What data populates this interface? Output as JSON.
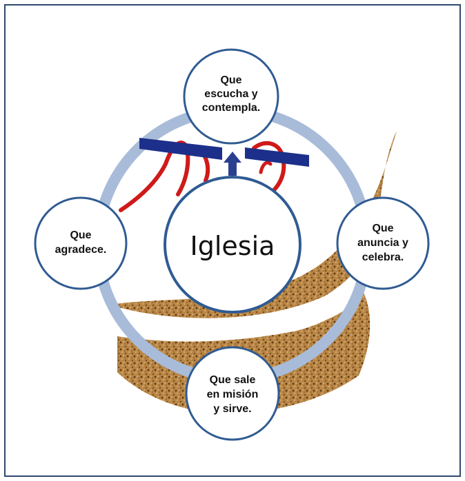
{
  "diagram": {
    "center_label": "Iglesia",
    "nodes": [
      {
        "id": "top",
        "lines": [
          "Que",
          "escucha y",
          "contempla."
        ]
      },
      {
        "id": "right",
        "lines": [
          "Que",
          "anuncia y",
          "celebra."
        ]
      },
      {
        "id": "bottom",
        "lines": [
          "Que sale",
          "en misión",
          "y sirve."
        ]
      },
      {
        "id": "left",
        "lines": [
          "Que",
          "agradece."
        ]
      }
    ],
    "colors": {
      "frame": "#2e4a6e",
      "ring": "#a8bcd9",
      "circle_border": "#2f5b92",
      "boat": "#b07a3e",
      "cross": "#1c2f8a",
      "ribbon": "#d01a1a"
    }
  }
}
